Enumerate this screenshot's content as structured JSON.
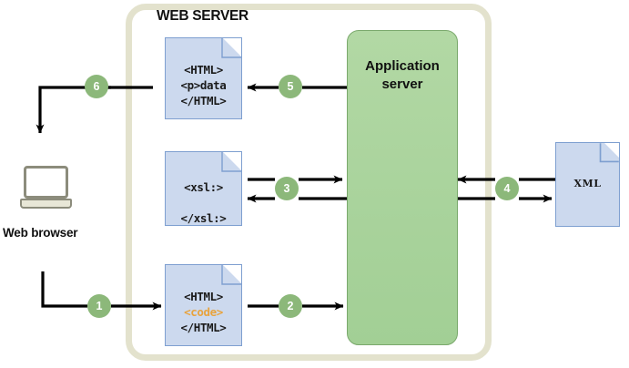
{
  "diagram": {
    "title": "WEB SERVER",
    "container_label": "WEB SERVER",
    "colors": {
      "container_border": "#e3e2cd",
      "app_server_fill": "#aed49f",
      "app_server_border": "#7aa96c",
      "document_fill": "#ccd9ee",
      "document_border": "#7e9fd0",
      "badge_fill": "#8cb87a",
      "badge_text": "#ffffff",
      "code_highlight": "#e8a33d",
      "line": "#000000",
      "browser_outline": "#8c8c7c",
      "browser_base": "#e8e7d7"
    }
  },
  "browser": {
    "label": "Web browser",
    "icon": "laptop-icon"
  },
  "app_server": {
    "label_line1": "Application",
    "label_line2": "server"
  },
  "documents": {
    "html_output": {
      "name": "html-output-document",
      "lines": [
        "<HTML>",
        "<p>data",
        "</HTML>"
      ]
    },
    "xsl": {
      "name": "xsl-document",
      "lines": [
        "<xsl:>",
        "</xsl:>"
      ]
    },
    "html_input": {
      "name": "html-input-document",
      "lines": [
        "<HTML>",
        "<code>",
        "</HTML>"
      ],
      "highlight_line_index": 1
    },
    "xml": {
      "name": "xml-document",
      "lines": [
        "XML"
      ]
    }
  },
  "steps": [
    {
      "number": "1",
      "from": "Web browser",
      "to": "HTML input document"
    },
    {
      "number": "2",
      "from": "HTML input document",
      "to": "Application server"
    },
    {
      "number": "3",
      "from": "XSL document",
      "to": "Application server",
      "bidirectional": true
    },
    {
      "number": "4",
      "from": "Application server",
      "to": "XML document",
      "bidirectional": true
    },
    {
      "number": "5",
      "from": "Application server",
      "to": "HTML output document"
    },
    {
      "number": "6",
      "from": "HTML output document",
      "to": "Web browser"
    }
  ]
}
